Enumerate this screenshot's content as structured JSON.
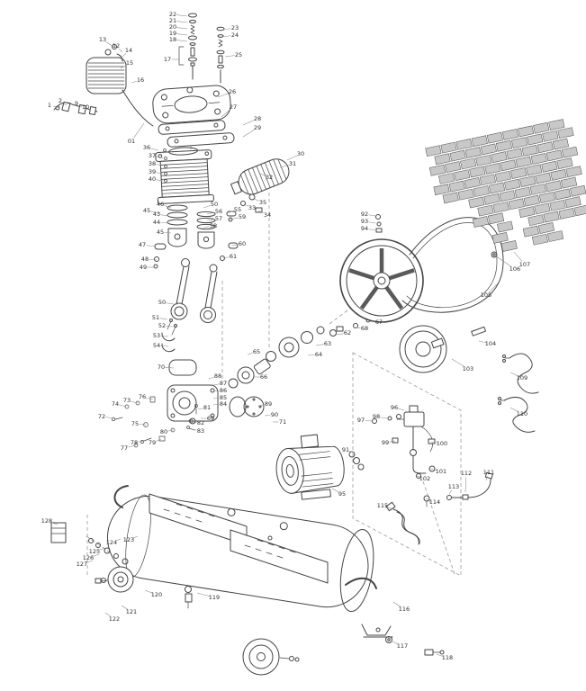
{
  "diagram": {
    "kind": "exploded-parts-diagram",
    "subject": "belt-driven air compressor"
  },
  "colors": {
    "ink": "#454545",
    "label": "#2e2e2e",
    "leader": "#8a8a8a",
    "brick_fill": "#c8c8c8",
    "brick_stroke": "#4a4a4a",
    "background": "#ffffff"
  },
  "labels": [
    [
      "22",
      192,
      16,
      208,
      18
    ],
    [
      "21",
      192,
      23,
      208,
      25
    ],
    [
      "20",
      192,
      30,
      208,
      32
    ],
    [
      "19",
      192,
      37,
      208,
      39
    ],
    [
      "18",
      192,
      44,
      208,
      46
    ],
    [
      "23",
      261,
      31,
      247,
      33
    ],
    [
      "24",
      261,
      39,
      247,
      41
    ],
    [
      "25",
      265,
      61,
      250,
      63
    ],
    [
      "17",
      186,
      66,
      199,
      66
    ],
    [
      "13",
      114,
      44,
      126,
      52
    ],
    [
      "12",
      129,
      51,
      136,
      58
    ],
    [
      "14",
      143,
      56,
      136,
      63
    ],
    [
      "15",
      144,
      70,
      134,
      76
    ],
    [
      "16",
      156,
      89,
      146,
      92
    ],
    [
      "1",
      55,
      117,
      66,
      120
    ],
    [
      "2",
      67,
      112,
      74,
      117
    ],
    [
      "9",
      85,
      115,
      91,
      119
    ],
    [
      "10",
      95,
      119,
      100,
      122
    ],
    [
      "01",
      146,
      157,
      160,
      137
    ],
    [
      "26",
      258,
      102,
      242,
      108
    ],
    [
      "27",
      259,
      119,
      246,
      130
    ],
    [
      "28",
      286,
      132,
      270,
      139
    ],
    [
      "29",
      286,
      142,
      270,
      152
    ],
    [
      "36",
      163,
      164,
      176,
      167
    ],
    [
      "37",
      169,
      173,
      181,
      176
    ],
    [
      "38",
      169,
      182,
      181,
      184
    ],
    [
      "39",
      169,
      191,
      181,
      193
    ],
    [
      "40",
      169,
      199,
      181,
      201
    ],
    [
      "30",
      334,
      171,
      319,
      178
    ],
    [
      "31",
      325,
      182,
      311,
      186
    ],
    [
      "32",
      299,
      197,
      289,
      193
    ],
    [
      "35",
      292,
      225,
      282,
      221
    ],
    [
      "33",
      280,
      231,
      271,
      227
    ],
    [
      "34",
      297,
      239,
      287,
      234
    ],
    [
      "46",
      178,
      227,
      190,
      231
    ],
    [
      "45",
      163,
      234,
      177,
      237
    ],
    [
      "43",
      174,
      238,
      187,
      240
    ],
    [
      "44",
      174,
      247,
      187,
      248
    ],
    [
      "45",
      178,
      258,
      190,
      259
    ],
    [
      "50",
      238,
      227,
      226,
      231
    ],
    [
      "56",
      243,
      235,
      230,
      238
    ],
    [
      "57",
      243,
      243,
      230,
      245
    ],
    [
      "58",
      237,
      251,
      226,
      253
    ],
    [
      "55",
      264,
      233,
      251,
      237
    ],
    [
      "59",
      269,
      241,
      255,
      244
    ],
    [
      "60",
      269,
      271,
      257,
      273
    ],
    [
      "61",
      259,
      285,
      247,
      287
    ],
    [
      "47",
      158,
      272,
      172,
      274
    ],
    [
      "48",
      161,
      288,
      174,
      289
    ],
    [
      "49",
      159,
      297,
      172,
      297
    ],
    [
      "50",
      180,
      336,
      193,
      338
    ],
    [
      "51",
      173,
      353,
      186,
      355
    ],
    [
      "52",
      180,
      362,
      192,
      363
    ],
    [
      "53",
      174,
      373,
      187,
      374
    ],
    [
      "54",
      174,
      384,
      187,
      385
    ],
    [
      "70",
      179,
      408,
      193,
      409
    ],
    [
      "62",
      386,
      370,
      373,
      372
    ],
    [
      "63",
      364,
      382,
      351,
      384
    ],
    [
      "64",
      354,
      394,
      342,
      395
    ],
    [
      "67",
      421,
      358,
      410,
      357
    ],
    [
      "68",
      405,
      365,
      395,
      364
    ],
    [
      "65",
      285,
      391,
      275,
      394
    ],
    [
      "66",
      293,
      419,
      282,
      419
    ],
    [
      "88",
      242,
      418,
      232,
      421
    ],
    [
      "87",
      248,
      426,
      237,
      428
    ],
    [
      "86",
      248,
      434,
      237,
      435
    ],
    [
      "85",
      248,
      442,
      237,
      443
    ],
    [
      "84",
      248,
      449,
      237,
      450
    ],
    [
      "89",
      298,
      449,
      287,
      451
    ],
    [
      "90",
      305,
      461,
      294,
      462
    ],
    [
      "71",
      314,
      469,
      303,
      469
    ],
    [
      "69",
      234,
      465,
      223,
      465
    ],
    [
      "81",
      230,
      453,
      220,
      455
    ],
    [
      "82",
      223,
      470,
      213,
      469
    ],
    [
      "83",
      223,
      479,
      213,
      477
    ],
    [
      "72",
      113,
      463,
      127,
      465
    ],
    [
      "74",
      128,
      449,
      140,
      452
    ],
    [
      "73",
      141,
      445,
      153,
      448
    ],
    [
      "76",
      158,
      441,
      170,
      444
    ],
    [
      "75",
      150,
      471,
      162,
      472
    ],
    [
      "78",
      149,
      492,
      161,
      490
    ],
    [
      "77",
      138,
      498,
      151,
      495
    ],
    [
      "79",
      169,
      492,
      179,
      488
    ],
    [
      "80",
      182,
      480,
      192,
      478
    ],
    [
      "92",
      405,
      238,
      417,
      240
    ],
    [
      "93",
      405,
      246,
      417,
      248
    ],
    [
      "94",
      405,
      254,
      417,
      256
    ],
    [
      "91",
      384,
      500,
      394,
      503
    ],
    [
      "95",
      380,
      549,
      369,
      543
    ],
    [
      "96",
      438,
      453,
      449,
      456
    ],
    [
      "98",
      418,
      463,
      430,
      465
    ],
    [
      "97",
      401,
      467,
      413,
      468
    ],
    [
      "99",
      428,
      492,
      439,
      490
    ],
    [
      "100",
      491,
      493,
      479,
      491
    ],
    [
      "101",
      490,
      524,
      478,
      521
    ],
    [
      "102",
      472,
      532,
      463,
      529
    ],
    [
      "114",
      483,
      558,
      473,
      554
    ],
    [
      "103",
      520,
      410,
      502,
      399
    ],
    [
      "104",
      545,
      382,
      532,
      379
    ],
    [
      "105",
      540,
      328,
      553,
      315
    ],
    [
      "106",
      572,
      299,
      550,
      284
    ],
    [
      "107",
      583,
      294,
      571,
      280
    ],
    [
      "109",
      580,
      420,
      567,
      414
    ],
    [
      "110",
      580,
      460,
      567,
      453
    ],
    [
      "111",
      543,
      525,
      540,
      534
    ],
    [
      "112",
      518,
      526,
      517,
      547
    ],
    [
      "113",
      504,
      541,
      499,
      549
    ],
    [
      "115",
      425,
      562,
      437,
      566
    ],
    [
      "116",
      449,
      677,
      437,
      669
    ],
    [
      "117",
      447,
      718,
      436,
      713
    ],
    [
      "118",
      497,
      731,
      485,
      727
    ],
    [
      "128",
      52,
      579,
      64,
      583
    ],
    [
      "124",
      124,
      603,
      134,
      599
    ],
    [
      "123",
      143,
      600,
      153,
      596
    ],
    [
      "125",
      105,
      613,
      117,
      609
    ],
    [
      "126",
      98,
      620,
      110,
      616
    ],
    [
      "127",
      91,
      627,
      103,
      623
    ],
    [
      "120",
      174,
      661,
      161,
      656
    ],
    [
      "121",
      146,
      680,
      135,
      673
    ],
    [
      "122",
      127,
      688,
      117,
      681
    ],
    [
      "119",
      238,
      664,
      219,
      659
    ]
  ]
}
